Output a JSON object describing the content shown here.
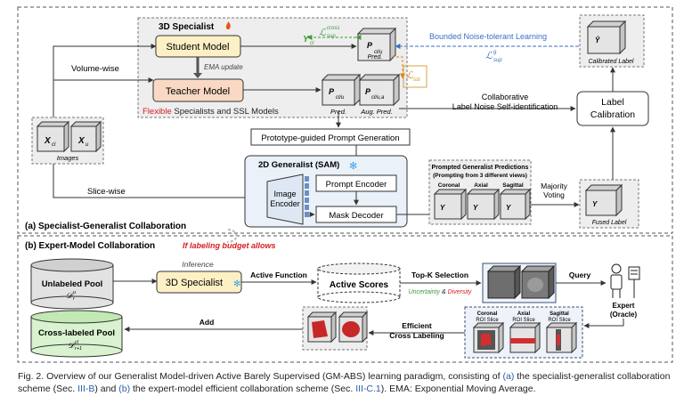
{
  "specialist_box": {
    "title": "3D Specialist",
    "student_model": "Student Model",
    "ema_update": "EMA update",
    "teacher_model": "Teacher Model",
    "flexible_word": "Flexible",
    "flexible_rest": " Specialists and SSL Models",
    "pred": "Pred.",
    "pred_teacher": "Pred.",
    "aug_pred": "Aug. Pred.",
    "y_cl": "Y",
    "l_sup_cross": "ℒ",
    "l_ssl": "ℒ",
    "p_student": "P",
    "p_teacher": "P",
    "p_aug": "P"
  },
  "left": {
    "volume_wise": "Volume-wise",
    "slice_wise": "Slice-wise",
    "images_label": "Images",
    "x_cl": "X",
    "x_u": "X"
  },
  "right": {
    "bounded_noise": "Bounded Noise-tolerant Learning",
    "l_sup": "ℒ",
    "calibrated_label": "Calibrated Label",
    "collab_1": "Collaborative",
    "collab_2": "Label Noise Self-identification",
    "label_calibration_1": "Label",
    "label_calibration_2": "Calibration",
    "majority_1": "Majority",
    "majority_2": "Voting",
    "fused_label": "Fused Label"
  },
  "generalist": {
    "prompt_gen": "Prototype-guided Prompt Generation",
    "title": "2D Generalist (SAM)",
    "image_encoder_1": "Image",
    "image_encoder_2": "Encoder",
    "prompt_encoder": "Prompt Encoder",
    "mask_decoder": "Mask Decoder",
    "prompted_title_1": "Prompted Generalist Predictions",
    "prompted_title_2": "(Prompting from 3 different views)",
    "coronal": "Coronal",
    "axial": "Axial",
    "sagittal": "Sagittal"
  },
  "section_a_label": "(a) Specialist-Generalist Collaboration",
  "section_b": {
    "label": "(b) Expert-Model Collaboration",
    "budget_note": "If labeling budget allows",
    "unlabeled_pool_1": "Unlabeled Pool",
    "inference": "Inference",
    "specialist": "3D Specialist",
    "active_function": "Active Function",
    "active_scores": "Active Scores",
    "topk_selection": "Top-K Selection",
    "uncertainty": "Uncertainty",
    "amp": " & ",
    "diversity": "Diversity",
    "query": "Query",
    "expert_1": "Expert",
    "expert_2": "(Oracle)",
    "cross_labeled_pool": "Cross-labeled Pool",
    "add": "Add",
    "efficient_1": "Efficient",
    "efficient_2": "Cross Labeling",
    "coronal_roi_1": "Coronal",
    "axial_roi_1": "Axial",
    "sagittal_roi_1": "Sagittal",
    "roi_slice": "ROI Slice"
  },
  "caption": {
    "lead": "Fig. 2.   Overview of our Generalist Model-driven Active Barely Supervised (GM-ABS) learning paradigm, consisting of ",
    "a": "(a)",
    "mid1": " the specialist-generalist collaboration scheme (Sec. ",
    "ref1": "III-B",
    "mid2": ") and ",
    "b": "(b)",
    "mid3": " the expert-model efficient collaboration scheme (Sec. ",
    "ref2": "III-C.1",
    "tail": "). EMA: Exponential Moving Average."
  },
  "colors": {
    "student_fill": "#fdf0c4",
    "teacher_fill": "#f9d9c4",
    "sam_fill": "#eaf1f9",
    "flexible_red": "#d42020",
    "green": "#3e9b3a",
    "orange": "#d58a19",
    "blue_dashed": "#3a6fc2",
    "caption_blue": "#2a5fa8"
  }
}
